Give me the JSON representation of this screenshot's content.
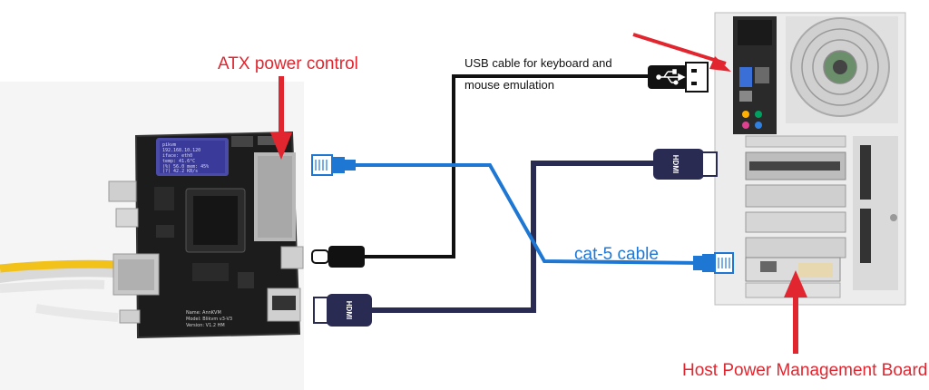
{
  "labels": {
    "atx_power_control": "ATX power control",
    "usb_cable_line1": "USB cable for keyboard and",
    "usb_cable_line2": "mouse emulation",
    "cat5_cable": "cat-5 cable",
    "host_power_board": "Host Power Management Board"
  },
  "connector_text": {
    "hdmi": "HDMI"
  },
  "board_oled_text": [
    "pikvm",
    "192.168.10.120",
    "iface: eth0",
    "temp: 41.6°C",
    "(%) 56.0 mem: 45%",
    "(?) 42.2 KB/s"
  ],
  "board_silkscreen": [
    "Name: AnnKVM",
    "Model: Blikvm v3-V3",
    "Version: V1.2 HM"
  ],
  "colors": {
    "label_red": "#e2262f",
    "cat5_blue": "#1f77d4",
    "hdmi_navy": "#2a2b52",
    "usb_black": "#111111",
    "pcb_black": "#1c1c1c",
    "oled_blue": "#4a4aa8",
    "ethernet_yellow": "#f2c21a"
  },
  "icons": [
    "red-arrow-icon",
    "rj45-plug-icon",
    "hdmi-plug-icon",
    "usb-c-plug-icon",
    "usb-a-plug-icon",
    "usb-symbol-icon"
  ]
}
